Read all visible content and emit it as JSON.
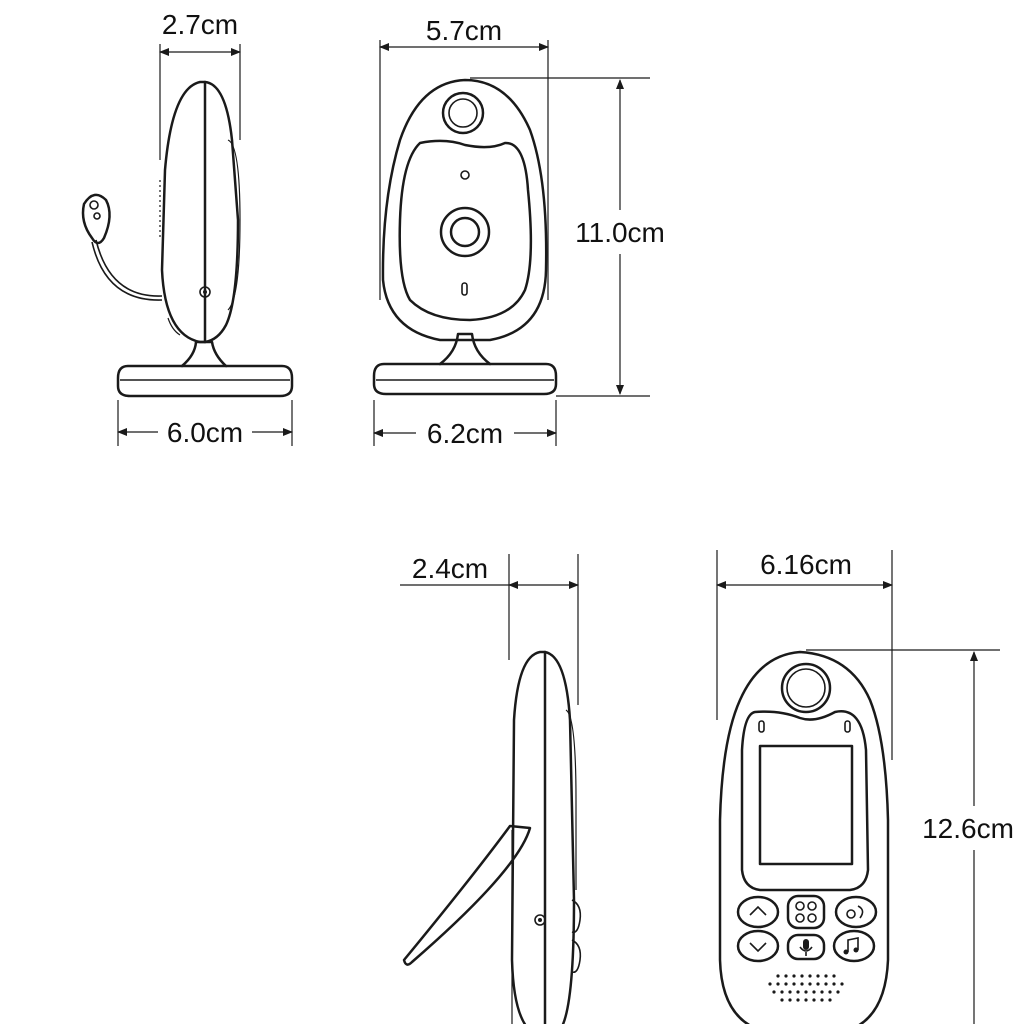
{
  "colors": {
    "ink": "#1a1a1a",
    "background": "#ffffff"
  },
  "dimensions": {
    "camera_side_depth": "2.7cm",
    "camera_side_base": "6.0cm",
    "camera_front_width": "5.7cm",
    "camera_front_height": "11.0cm",
    "camera_front_base": "6.2cm",
    "monitor_side_depth": "2.4cm",
    "monitor_front_width": "6.16cm",
    "monitor_front_height": "12.6cm"
  },
  "icons": {
    "monitor_buttons": [
      "chevron-up-icon",
      "dual-rings-icon",
      "talk-back-icon",
      "chevron-down-icon",
      "microphone-icon",
      "music-note-icon"
    ]
  }
}
